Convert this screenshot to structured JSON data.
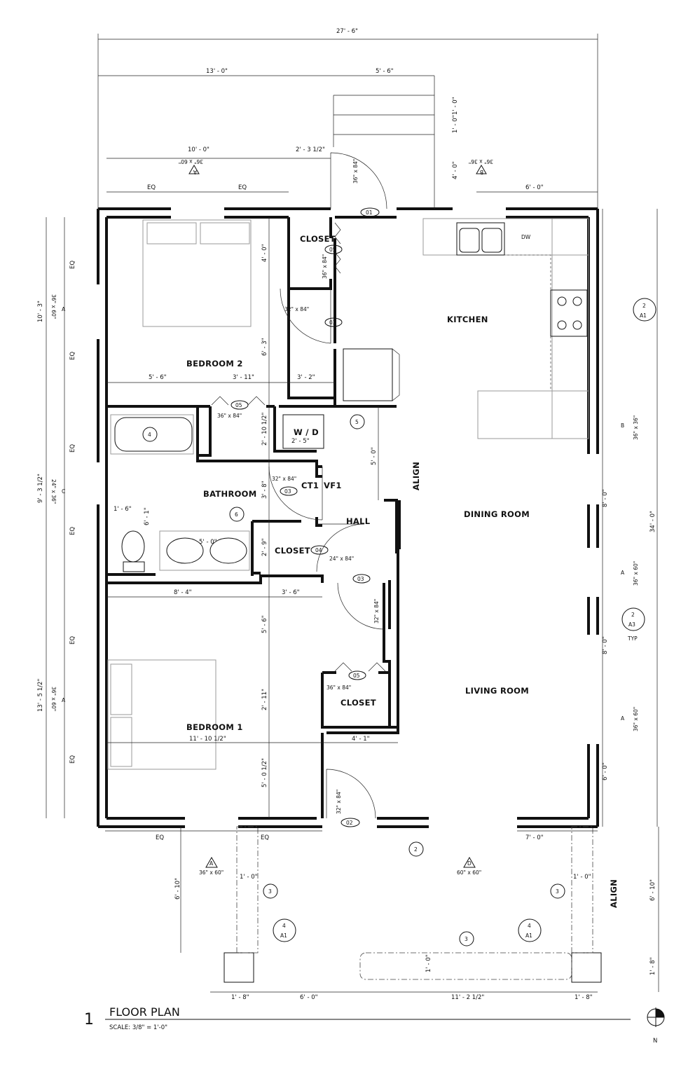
{
  "rooms": {
    "closet_top": "CLOSET",
    "kitchen": "KITCHEN",
    "bedroom2": "BEDROOM 2",
    "wd": "W / D",
    "bathroom": "BATHROOM",
    "ct1": "CT1",
    "vf1": "VF1",
    "hall": "HALL",
    "closet_hall": "CLOSET",
    "dining": "DINING ROOM",
    "living": "LIVING ROOM",
    "closet_bed1": "CLOSET",
    "bedroom1": "BEDROOM 1",
    "dw": "DW"
  },
  "dimensions": {
    "overall_width": "27' - 6\"",
    "top_13": "13' - 0\"",
    "top_5_6": "5' - 6\"",
    "top_10": "10' - 0\"",
    "top_2_3_5": "2' - 3 1/2\"",
    "eq": "EQ",
    "step_1_0_a": "1' - 0\"",
    "step_1_0_b": "1' - 0\"",
    "v_4_0_top": "4' - 0\"",
    "top_6_0": "6' - 0\"",
    "left_10_3": "10' - 3\"",
    "left_9_3_5": "9' - 3 1/2\"",
    "left_13_5_5": "13' - 5 1/2\"",
    "right_34": "34' - 0\"",
    "right_8_a": "8' - 0\"",
    "right_8_b": "8' - 0\"",
    "right_6_0": "6' - 0\"",
    "right_6_10": "6' - 10\"",
    "right_1_8": "1' - 8\"",
    "b2_4_0": "4' - 0\"",
    "b2_6_3": "6' - 3\"",
    "b2_5_6": "5' - 6\"",
    "b2_3_11": "3' - 11\"",
    "b2_3_2": "3' - 2\"",
    "wd_2_10_5": "2' - 10 1/2\"",
    "wd_2_5": "2' - 5\"",
    "hall_5_0": "5' - 0\"",
    "bath_1_6": "1' - 6\"",
    "bath_6_1": "6' - 1\"",
    "bath_3_8": "3' - 8\"",
    "bath_5_0": "5' - 0\"",
    "closet_2_9": "2' - 9\"",
    "b1_8_4": "8' - 4\"",
    "b1_3_6": "3' - 6\"",
    "b1_5_6": "5' - 6\"",
    "b1_2_11": "2' - 11\"",
    "b1_11_10_5": "11' - 10 1/2\"",
    "b1_5_0_5": "5' - 0 1/2\"",
    "b1_4_1": "4' - 1\"",
    "front_7_0": "7' - 0\"",
    "porch_6_10": "6' - 10\"",
    "porch_1_0_l": "1' - 0\"",
    "porch_1_0_r": "1' - 0\"",
    "porch_1_0_low": "1' - 0\"",
    "bot_1_8_l": "1' - 8\"",
    "bot_6_0": "6' - 0\"",
    "bot_11_2_5": "11' - 2 1/2\"",
    "bot_1_8_r": "1' - 8\""
  },
  "doors": {
    "d01": "01",
    "d02": "02",
    "d03a": "03",
    "d03b": "03",
    "d03c": "03",
    "d04": "04",
    "d05a": "05",
    "d05b": "05",
    "d05c": "05",
    "size_36x84": "36\" x 84\"",
    "size_32x84": "32\" x 84\"",
    "size_24x84": "24\" x 84\""
  },
  "windows": {
    "A": "A",
    "B": "B",
    "C": "C",
    "D": "D",
    "a_size": "36\" x 60\"",
    "b_size": "36\" x 36\"",
    "c_size": "24\" x 36\"",
    "d_size": "60\" x 60\""
  },
  "callouts": {
    "k2": "2",
    "a1": "A1",
    "a3": "A3",
    "typ": "TYP",
    "n1": "1",
    "n2": "2",
    "n3": "3",
    "n4": "4",
    "n5": "5",
    "n6": "6"
  },
  "notes": {
    "align": "ALIGN"
  },
  "title_block": {
    "number": "1",
    "title": "FLOOR PLAN",
    "scale": "SCALE:  3/8\" = 1'-0\"",
    "north": "N"
  }
}
